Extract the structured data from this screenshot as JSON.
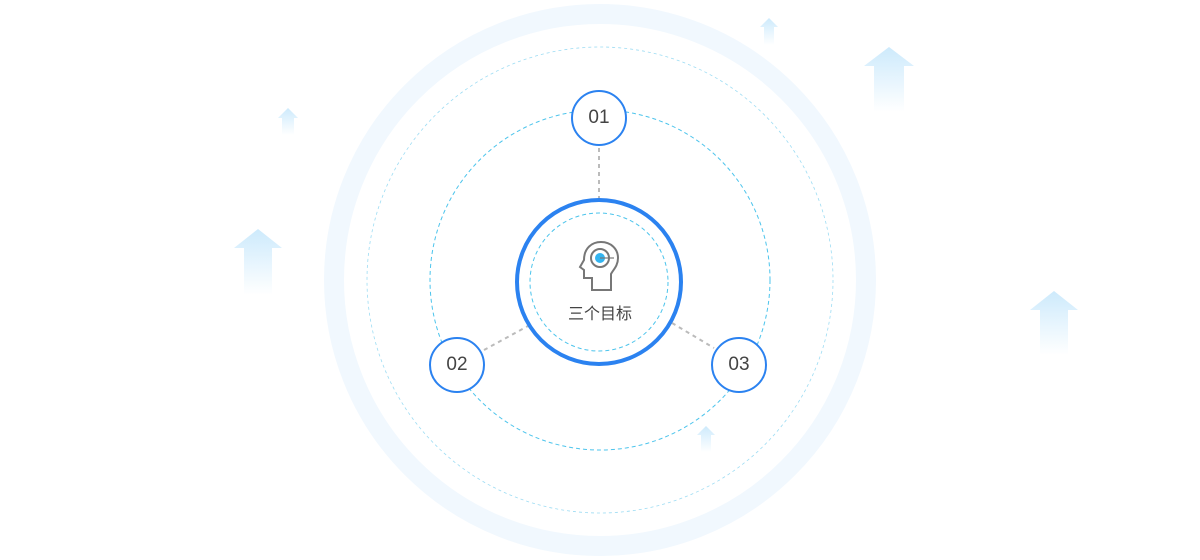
{
  "center": {
    "label": "三个目标",
    "icon": "head-target-icon"
  },
  "nodes": [
    {
      "label": "01"
    },
    {
      "label": "02"
    },
    {
      "label": "03"
    }
  ],
  "colors": {
    "primary": "#2b82f0",
    "dashed": "#4cc4ec",
    "ring": "#f1f8fe",
    "arrow": "#d6eefc",
    "connector": "#bbbbbb"
  }
}
